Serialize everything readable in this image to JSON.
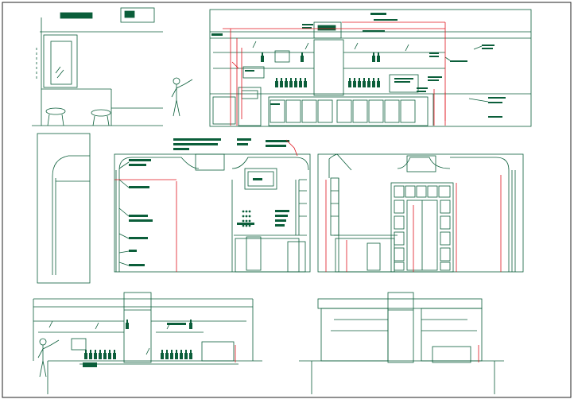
{
  "drawing": {
    "line_color": "#0b5e3a",
    "dim_color": "#e0141e",
    "bg_color": "#ffffff",
    "border_color": "#222222"
  },
  "views": [
    {
      "id": "partial-elevation-left",
      "kind": "elevation"
    },
    {
      "id": "bar-counter-elevation",
      "kind": "elevation"
    },
    {
      "id": "section-narrow",
      "kind": "section"
    },
    {
      "id": "side-elevation-a",
      "kind": "elevation"
    },
    {
      "id": "side-elevation-b",
      "kind": "elevation"
    },
    {
      "id": "bottom-elevation-a",
      "kind": "elevation"
    },
    {
      "id": "bottom-elevation-b",
      "kind": "elevation"
    }
  ]
}
